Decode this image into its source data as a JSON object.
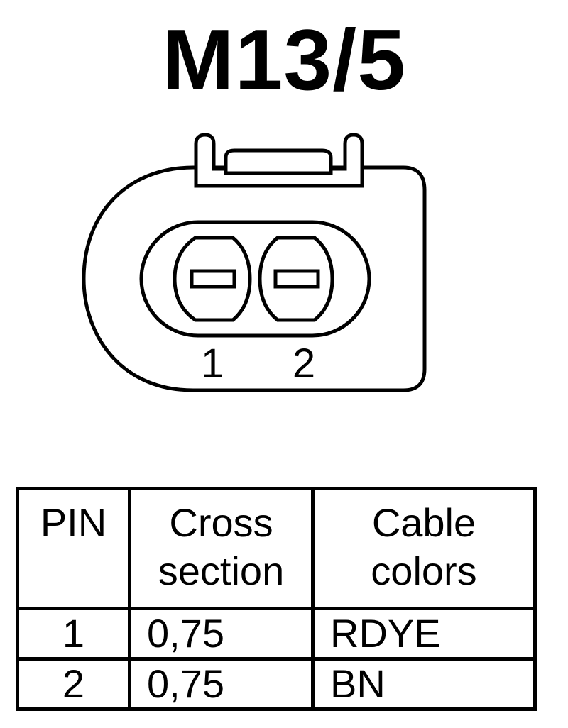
{
  "title": "M13/5",
  "connector": {
    "pin_labels": [
      "1",
      "2"
    ]
  },
  "table": {
    "headers": {
      "pin": "PIN",
      "cross_section": [
        "Cross",
        "section"
      ],
      "cable_colors": [
        "Cable",
        "colors"
      ]
    },
    "rows": [
      {
        "pin": "1",
        "cross_section": "0,75",
        "color": "RDYE"
      },
      {
        "pin": "2",
        "cross_section": "0,75",
        "color": "BN"
      }
    ]
  }
}
